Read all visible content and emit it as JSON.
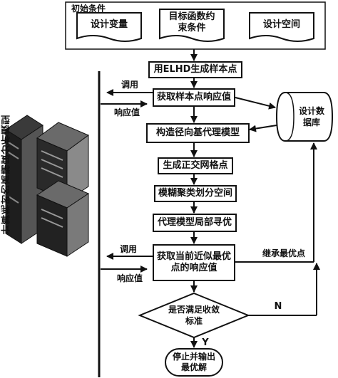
{
  "nodes": {
    "init_title": "初始条件",
    "design_vars": "设计变量",
    "objective": "目标函数约\n束条件",
    "design_space": "设计空间",
    "elhd": "用ELHD生成样本点",
    "get_response": "获取样本点响应值",
    "rbf_model": "构造径向基代理模型",
    "ortho_grid": "生成正交网格点",
    "fuzzy_cluster": "模糊聚类划分空间",
    "local_opt": "代理模型局部寻优",
    "current_opt": "获取当前近似最优\n点的响应值",
    "converge": "是否满足收敛\n标准",
    "stop": "停止并输出\n最优解",
    "database": "设计数\n据库"
  },
  "labels": {
    "call1": "调用",
    "resp1": "响应值",
    "call2": "调用",
    "resp2": "响应值",
    "inherit": "继承最优点",
    "no": "N",
    "yes": "Y",
    "server_caption": "计算耗时的高精度分析模型"
  },
  "colors": {
    "line": "#111111",
    "server_dark": "#1e1e1e",
    "server_mid": "#5a5a5a"
  }
}
